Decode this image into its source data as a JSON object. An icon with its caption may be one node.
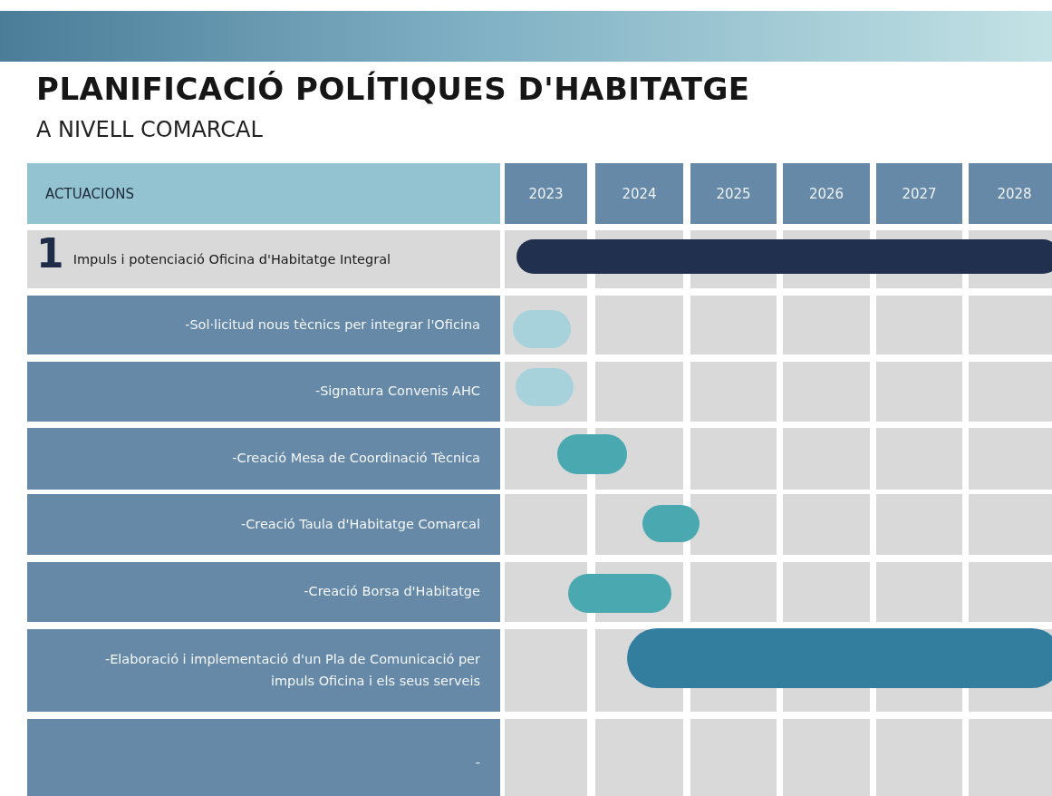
{
  "diagram": {
    "title": "PLANIFICACIÓ POLÍTIQUES D'HABITATGE",
    "nodes": [
      {
        "text": [
          "ACTUACIONS"
        ]
      },
      {
        "text": [
          "2023"
        ]
      },
      {
        "text": [
          "2024"
        ]
      },
      {
        "text": [
          "2025"
        ]
      },
      {
        "text": [
          "2026"
        ]
      },
      {
        "text": [
          "2027"
        ]
      },
      {
        "text": [
          "2028"
        ]
      },
      {
        "text": [
          "1",
          "Impuls i potenciació Oficina d'Habitatge Integral"
        ]
      },
      {
        "text": [],
        "shape": "bar"
      },
      {
        "text": [
          "-Sol·licitud nous tècnics per integrar l'Oficina"
        ]
      },
      {
        "text": [],
        "shape": "bar"
      },
      {
        "text": [
          "-Signatura Convenis AHC"
        ]
      },
      {
        "text": [],
        "shape": "bar"
      },
      {
        "text": [
          "-Creació Mesa de Coordinació Tècnica"
        ]
      },
      {
        "text": [],
        "shape": "bar"
      },
      {
        "text": [
          "-Creació Taula d'Habitatge Comarcal"
        ]
      },
      {
        "text": [],
        "shape": "bar"
      },
      {
        "text": [
          "-Creació Borsa d'Habitatge"
        ]
      },
      {
        "text": [],
        "shape": "bar"
      },
      {
        "text": [
          "-Elaboració i implementació d'un Pla de Comunicació per impuls Oficina i els seus serveis"
        ]
      },
      {
        "text": [],
        "shape": "bar"
      },
      {
        "text": [
          "-"
        ]
      }
    ],
    "labels": [
      "A NIVELL COMARCAL"
    ]
  }
}
